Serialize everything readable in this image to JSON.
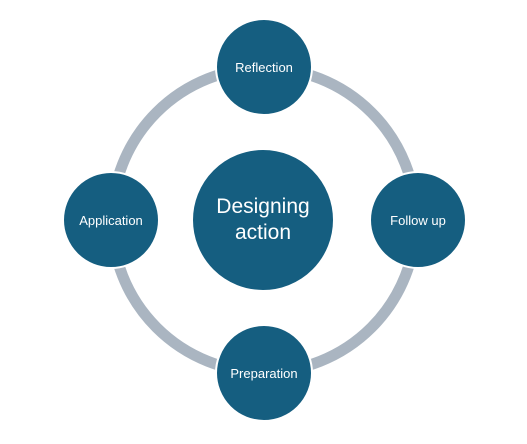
{
  "diagram": {
    "center": {
      "label": "Designing action"
    },
    "nodes": [
      {
        "id": "top",
        "label": "Reflection"
      },
      {
        "id": "right",
        "label": "Follow up"
      },
      {
        "id": "bottom",
        "label": "Preparation"
      },
      {
        "id": "left",
        "label": "Application"
      }
    ]
  },
  "colors": {
    "node_fill": "#155e80",
    "ring": "#aab5c1",
    "node_text": "#ffffff",
    "background": "#ffffff"
  }
}
